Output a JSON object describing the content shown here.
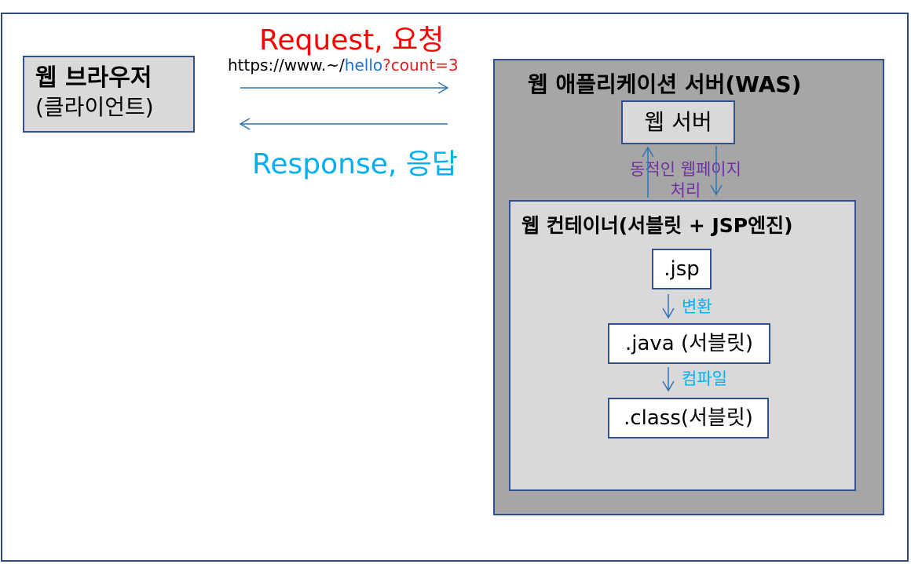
{
  "browser": {
    "title": "웹 브라우저",
    "subtitle": "(클라이언트)"
  },
  "request": {
    "label": "Request, 요청",
    "url_prefix": "https://www.~/",
    "url_path": "hello",
    "url_query": "?count=3"
  },
  "response": {
    "label": "Response, 응답"
  },
  "was": {
    "title": "웹 애플리케이션 서버(WAS)"
  },
  "web_server": {
    "label": "웹 서버"
  },
  "dynamic": {
    "line1": "동적인 웹페이지",
    "line2": "처리"
  },
  "container": {
    "title": "웹 컨테이너(서블릿 + JSP엔진)"
  },
  "files": {
    "jsp": ".jsp",
    "java": ".java (서블릿)",
    "class": ".class(서블릿)"
  },
  "steps": {
    "convert": "변환",
    "compile": "컴파일"
  },
  "colors": {
    "request": "#ff0000",
    "response": "#00b0f0",
    "url_path": "#1f6fd0",
    "dynamic": "#7030a0",
    "border": "#2f528f",
    "arrow": "#2e75b6"
  }
}
